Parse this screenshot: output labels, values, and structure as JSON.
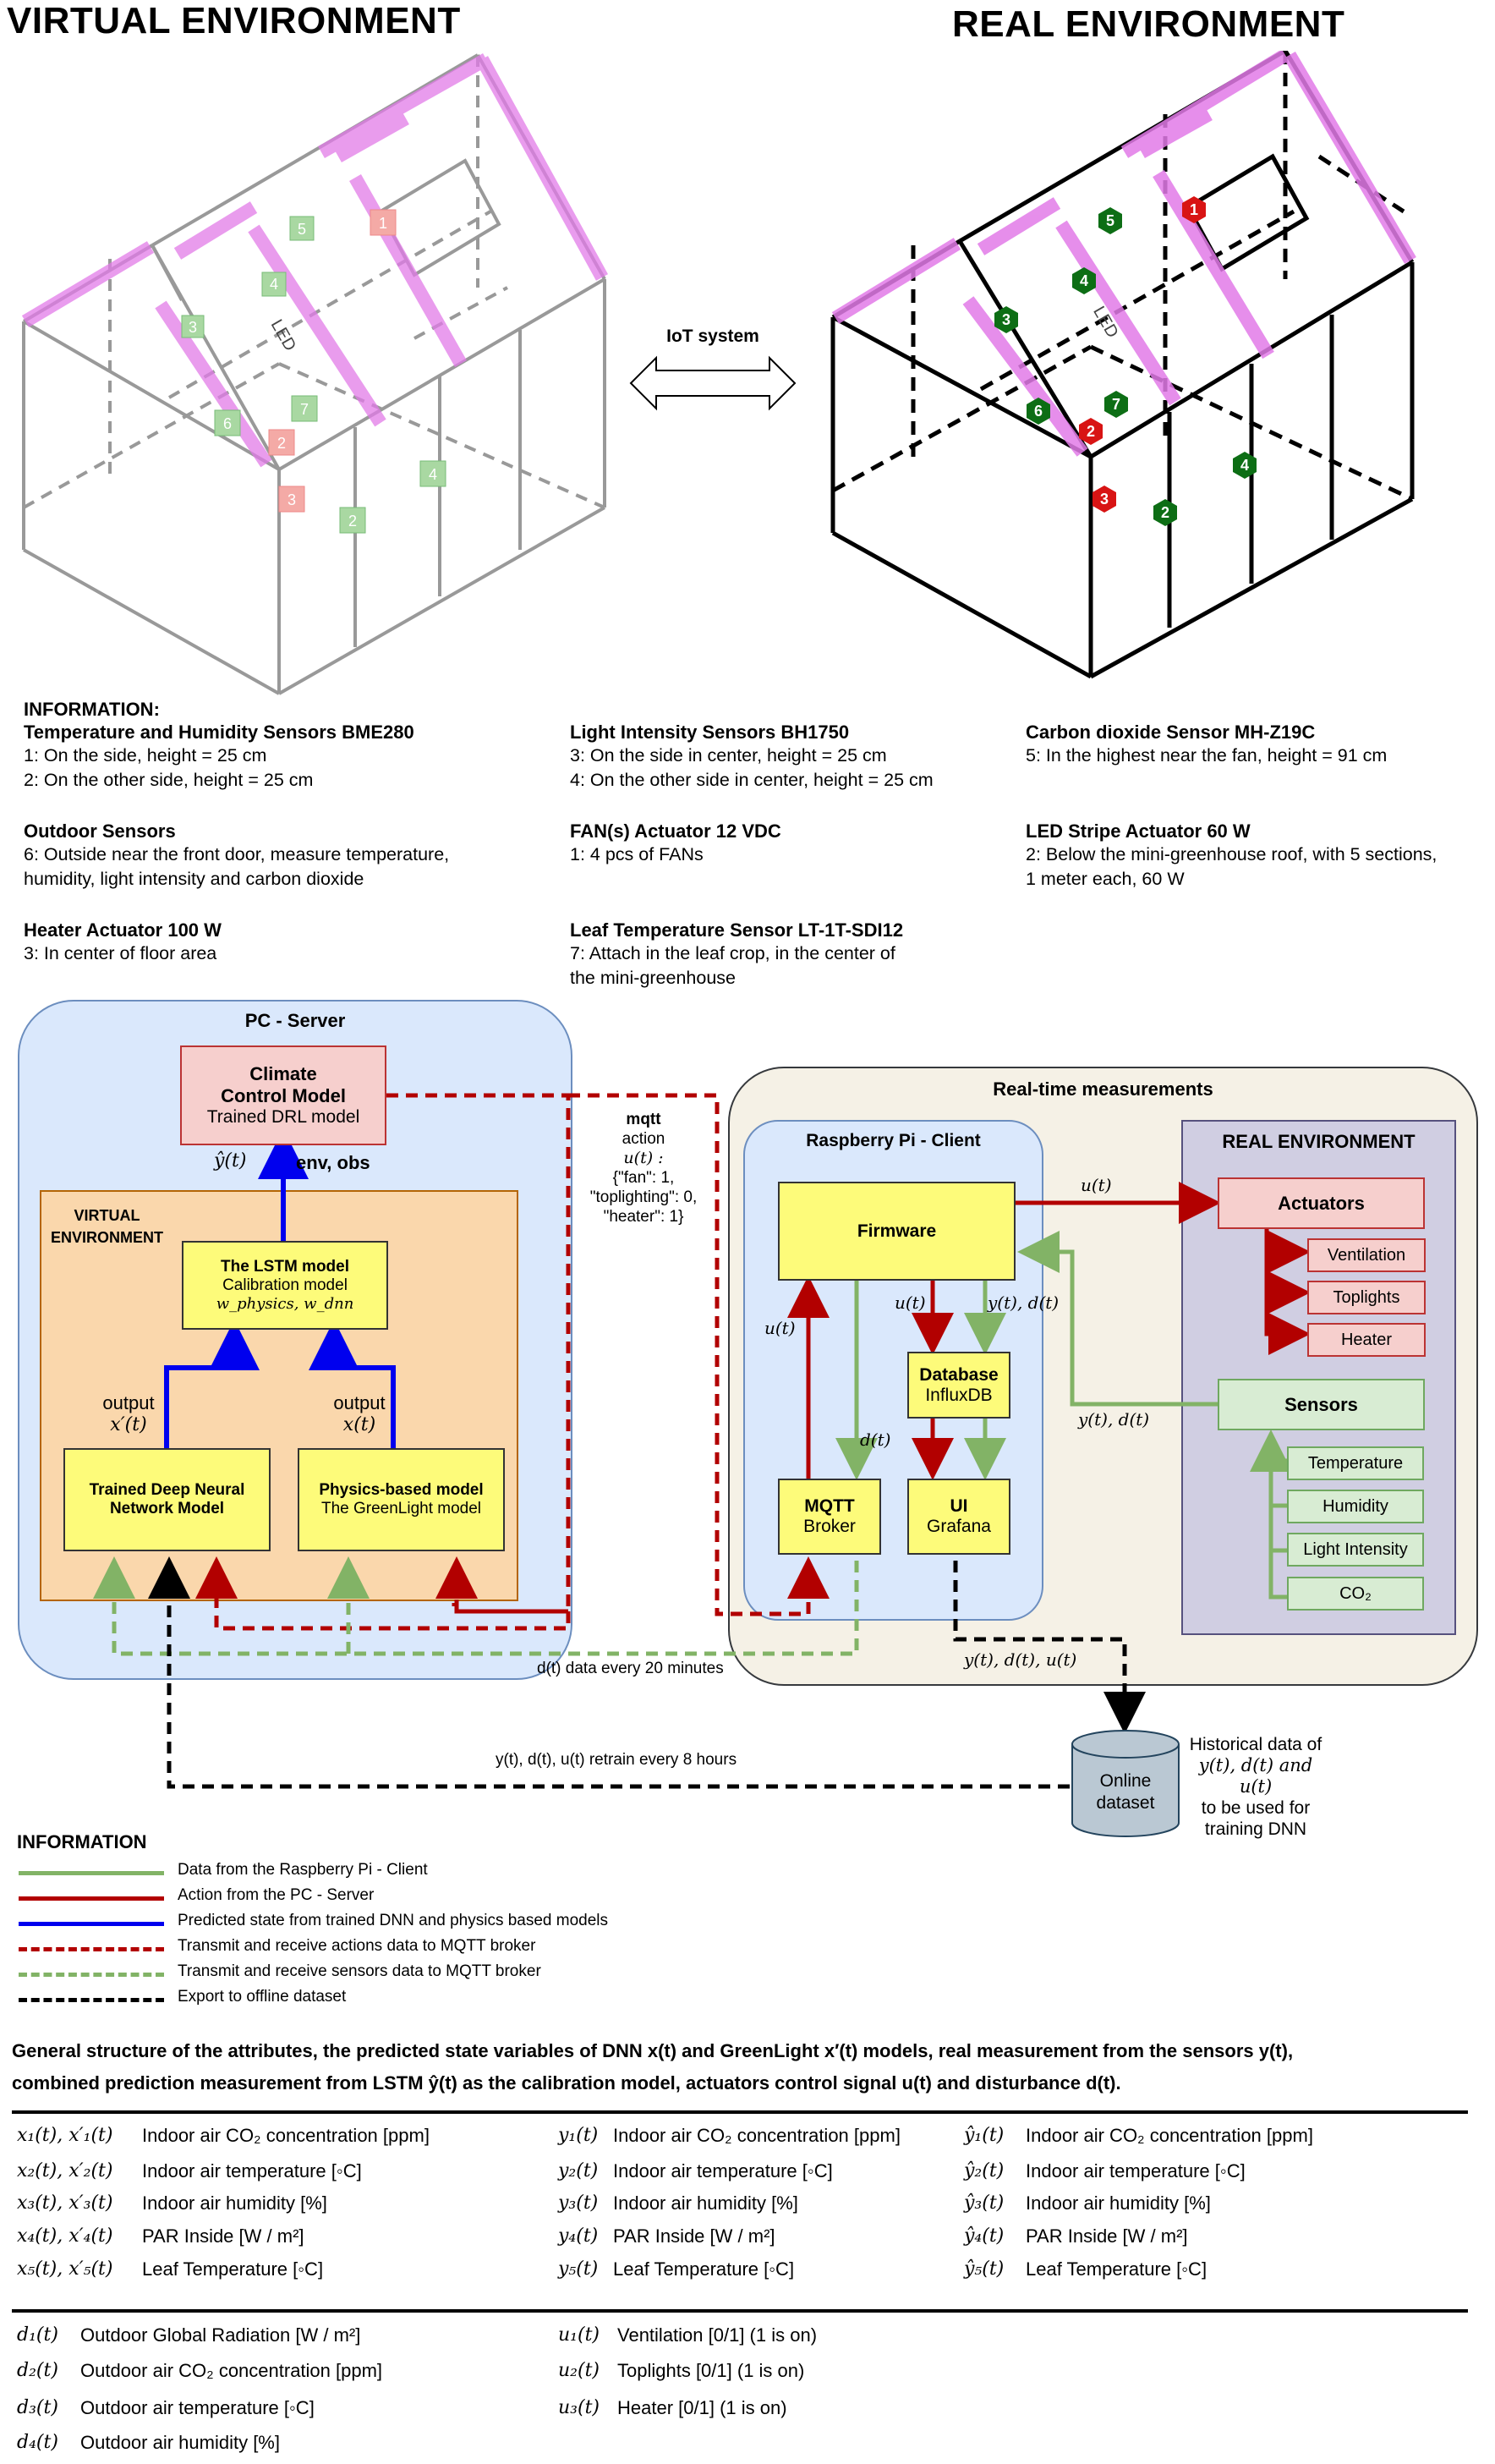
{
  "headings": {
    "virtual": "VIRTUAL ENVIRONMENT",
    "real": "REAL ENVIRONMENT",
    "iot": "IoT system"
  },
  "greenhouse_labels": {
    "led": "LED",
    "markers": [
      "1",
      "2",
      "3",
      "4",
      "5",
      "6",
      "7",
      "1",
      "2",
      "3",
      "4",
      "5",
      "6",
      "7"
    ]
  },
  "info": {
    "header": "INFORMATION:",
    "blocks": [
      {
        "title": "Temperature and Humidity Sensors BME280",
        "lines": [
          "1: On the side, height = 25 cm",
          "2: On the other side, height = 25 cm"
        ]
      },
      {
        "title": "Light Intensity Sensors BH1750",
        "lines": [
          "3: On the side in center, height = 25 cm",
          "4: On the other side in center, height = 25 cm"
        ]
      },
      {
        "title": "Carbon dioxide Sensor MH-Z19C",
        "lines": [
          "5: In the highest near the fan, height = 91 cm"
        ]
      },
      {
        "title": "Outdoor Sensors",
        "lines": [
          "6:  Outside near the front door, measure temperature,",
          "humidity, light intensity and carbon dioxide"
        ]
      },
      {
        "title": "FAN(s) Actuator 12 VDC",
        "lines": [
          "1: 4 pcs of FANs"
        ]
      },
      {
        "title": "LED Stripe Actuator 60 W",
        "lines": [
          "2:  Below the mini-greenhouse roof, with 5 sections,",
          "1 meter each, 60 W"
        ]
      },
      {
        "title": "Heater Actuator 100 W",
        "lines": [
          "3: In center of floor area"
        ]
      },
      {
        "title": "Leaf Temperature Sensor LT-1T-SDI12",
        "lines": [
          "7: Attach in the leaf crop, in the center of",
          "the mini-greenhouse"
        ]
      }
    ]
  },
  "diagram": {
    "pc_server": "PC - Server",
    "climate_model": {
      "title": "Climate",
      "title2": "Control Model",
      "sub": "Trained DRL model"
    },
    "virtual_env": {
      "l1": "VIRTUAL",
      "l2": "ENVIRONMENT"
    },
    "yhat": "ŷ(t)",
    "env_obs": "env, obs",
    "lstm": {
      "title": "The LSTM model",
      "sub": "Calibration model",
      "weights": "w_physics, w_dnn"
    },
    "output": "output",
    "xprime": "x′(t)",
    "xt": "x(t)",
    "dnn": {
      "l1": "Trained Deep Neural",
      "l2": "Network Model"
    },
    "physics": {
      "l1": "Physics-based model",
      "l2": "The GreenLight model"
    },
    "mqtt_msg": {
      "title": "mqtt",
      "action": "action",
      "u": "u(t) :",
      "l1": "{\"fan\": 1,",
      "l2": "\"toplighting\": 0,",
      "l3": "\"heater\": 1}"
    },
    "realtime": "Real-time measurements",
    "rpi": "Raspberry Pi - Client",
    "real_env": "REAL ENVIRONMENT",
    "firmware": "Firmware",
    "database": {
      "title": "Database",
      "sub": "InfluxDB"
    },
    "mqtt_broker": {
      "title": "MQTT",
      "sub": "Broker"
    },
    "ui": {
      "title": "UI",
      "sub": "Grafana"
    },
    "actuators": "Actuators",
    "actuator_items": [
      "Ventilation",
      "Toplights",
      "Heater"
    ],
    "sensors": "Sensors",
    "sensor_items": [
      "Temperature",
      "Humidity",
      "Light Intensity",
      "CO₂"
    ],
    "labels": {
      "ut": "u(t)",
      "yd": "y(t), d(t)",
      "dt": "d(t)",
      "d_every": "d(t) data every 20 minutes",
      "ydu": "y(t), d(t), u(t)",
      "retrain": "y(t), d(t), u(t) retrain every 8 hours"
    },
    "online": {
      "l1": "Online",
      "l2": "dataset"
    },
    "historical": {
      "l1": "Historical data of",
      "l2": "y(t), d(t) and u(t)",
      "l3": "to be used for",
      "l4": "training DNN"
    }
  },
  "legend": {
    "title": "INFORMATION",
    "items": [
      {
        "text": "Data from the Raspberry Pi - Client",
        "color": "#82b366",
        "dash": false
      },
      {
        "text": "Action from the PC - Server",
        "color": "#b20000",
        "dash": false
      },
      {
        "text": "Predicted state from trained DNN and physics based models",
        "color": "#0000ee",
        "dash": false
      },
      {
        "text": "Transmit and receive actions data to MQTT broker",
        "color": "#b20000",
        "dash": true
      },
      {
        "text": "Transmit and receive sensors data to MQTT broker",
        "color": "#82b366",
        "dash": true
      },
      {
        "text": "Export to offline dataset",
        "color": "#000000",
        "dash": true
      }
    ]
  },
  "caption": {
    "l1": "General structure of the attributes, the predicted state variables of DNN x(t) and GreenLight x′(t) models, real measurement from the sensors y(t),",
    "l2": "combined prediction measurement from LSTM ŷ(t) as the calibration model, actuators control signal u(t) and disturbance d(t)."
  },
  "table1": [
    [
      {
        "s": "x₁(t), x′₁(t)",
        "d": "Indoor air CO₂ concentration [ppm]"
      },
      {
        "s": "y₁(t)",
        "d": "Indoor air CO₂ concentration [ppm]"
      },
      {
        "s": "ŷ₁(t)",
        "d": "Indoor air CO₂ concentration [ppm]"
      }
    ],
    [
      {
        "s": "x₂(t), x′₂(t)",
        "d": "Indoor air temperature [◦C]"
      },
      {
        "s": "y₂(t)",
        "d": "Indoor air temperature [◦C]"
      },
      {
        "s": "ŷ₂(t)",
        "d": "Indoor air temperature [◦C]"
      }
    ],
    [
      {
        "s": "x₃(t), x′₃(t)",
        "d": "Indoor air humidity [%]"
      },
      {
        "s": "y₃(t)",
        "d": "Indoor air humidity [%]"
      },
      {
        "s": "ŷ₃(t)",
        "d": "Indoor air humidity [%]"
      }
    ],
    [
      {
        "s": "x₄(t), x′₄(t)",
        "d": "PAR Inside [W / m²]"
      },
      {
        "s": "y₄(t)",
        "d": "PAR Inside [W / m²]"
      },
      {
        "s": "ŷ₄(t)",
        "d": "PAR Inside [W / m²]"
      }
    ],
    [
      {
        "s": "x₅(t), x′₅(t)",
        "d": "Leaf Temperature [◦C]"
      },
      {
        "s": "y₅(t)",
        "d": "Leaf Temperature  [◦C]"
      },
      {
        "s": "ŷ₅(t)",
        "d": "Leaf Temperature  [◦C]"
      }
    ]
  ],
  "table2": {
    "d": [
      {
        "s": "d₁(t)",
        "d": "Outdoor Global Radiation [W / m²]"
      },
      {
        "s": "d₂(t)",
        "d": "Outdoor air CO₂ concentration [ppm]"
      },
      {
        "s": "d₃(t)",
        "d": "Outdoor air temperature [◦C]"
      },
      {
        "s": "d₄(t)",
        "d": "Outdoor air humidity [%]"
      }
    ],
    "u": [
      {
        "s": "u₁(t)",
        "d": "Ventilation [0/1] (1 is on)"
      },
      {
        "s": "u₂(t)",
        "d": "Toplights [0/1] (1 is on)"
      },
      {
        "s": "u₃(t)",
        "d": "Heater [0/1] (1 is on)"
      }
    ]
  }
}
